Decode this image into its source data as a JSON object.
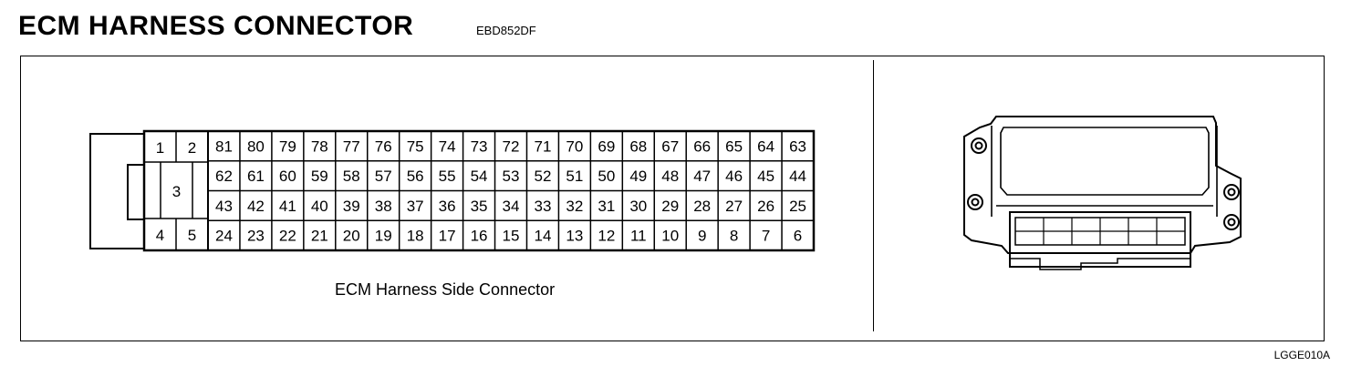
{
  "header": {
    "title": "ECM HARNESS CONNECTOR",
    "code": "EBD852DF"
  },
  "connector": {
    "caption": "ECM Harness Side Connector",
    "small_pins": [
      "1",
      "2",
      "3",
      "4",
      "5"
    ],
    "rows": [
      [
        "81",
        "80",
        "79",
        "78",
        "77",
        "76",
        "75",
        "74",
        "73",
        "72",
        "71",
        "70",
        "69",
        "68",
        "67",
        "66",
        "65",
        "64",
        "63"
      ],
      [
        "62",
        "61",
        "60",
        "59",
        "58",
        "57",
        "56",
        "55",
        "54",
        "53",
        "52",
        "51",
        "50",
        "49",
        "48",
        "47",
        "46",
        "45",
        "44"
      ],
      [
        "43",
        "42",
        "41",
        "40",
        "39",
        "38",
        "37",
        "36",
        "35",
        "34",
        "33",
        "32",
        "31",
        "30",
        "29",
        "28",
        "27",
        "26",
        "25"
      ],
      [
        "24",
        "23",
        "22",
        "21",
        "20",
        "19",
        "18",
        "17",
        "16",
        "15",
        "14",
        "13",
        "12",
        "11",
        "10",
        "9",
        "8",
        "7",
        "6"
      ]
    ]
  },
  "footer": {
    "figure_code": "LGGE010A"
  }
}
